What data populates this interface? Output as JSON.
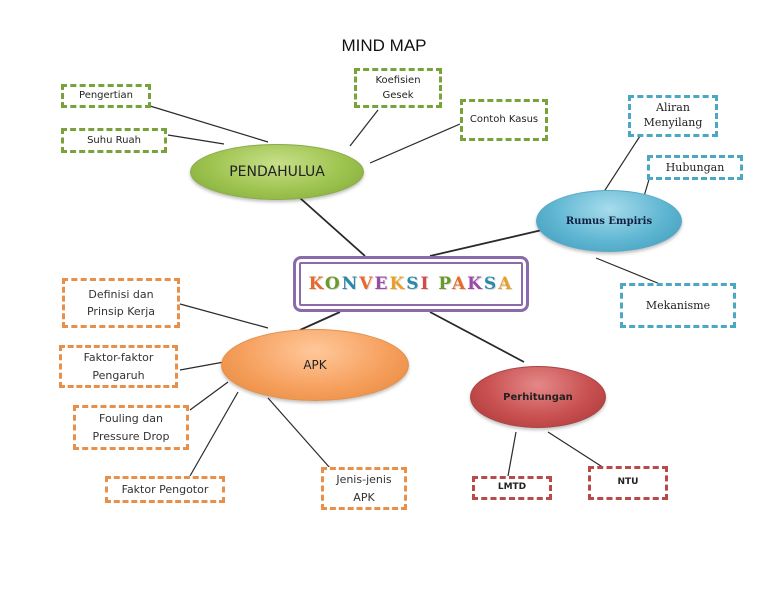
{
  "title": "MIND MAP",
  "center": {
    "label": "KONVEKSI PAKSA",
    "letter_colors": [
      "#e86a2a",
      "#6a9a2a",
      "#2a8aaa",
      "#e86a2a",
      "#9a4aaa",
      "#e8a02a",
      "#2a8aaa",
      "#d84a4a",
      "#6a9a2a",
      "#e86a2a",
      "#9a4aaa",
      "#2a8aaa",
      "#e8a02a",
      "#d84a4a"
    ]
  },
  "branches": {
    "pendahuluan": {
      "label": "PENDAHULUA",
      "color": "#9ec34f",
      "items": {
        "pengertian": "Pengertian",
        "suhu_ruah": "Suhu Ruah",
        "koefisien_gesek": "Koefisien\nGesek",
        "contoh_kasus": "Contoh Kasus"
      }
    },
    "rumus_empiris": {
      "label": "Rumus Empiris",
      "color": "#5fb6d2",
      "items": {
        "aliran_menyilang": "Aliran\nMenyilang",
        "hubungan": "Hubungan",
        "mekanisme": "Mekanisme"
      }
    },
    "apk": {
      "label": "APK",
      "color": "#f6a05e",
      "items": {
        "definisi": "Definisi dan\nPrinsip Kerja",
        "faktor_pengaruh": "Faktor-faktor\nPengaruh",
        "fouling": "Fouling dan\nPressure Drop",
        "faktor_pengotor": "Faktor Pengotor",
        "jenis_apk": "Jenis-jenis\nAPK"
      }
    },
    "perhitungan": {
      "label": "Perhitungan",
      "color": "#c85050",
      "items": {
        "lmtd": "LMTD",
        "ntu": "NTU"
      }
    }
  }
}
